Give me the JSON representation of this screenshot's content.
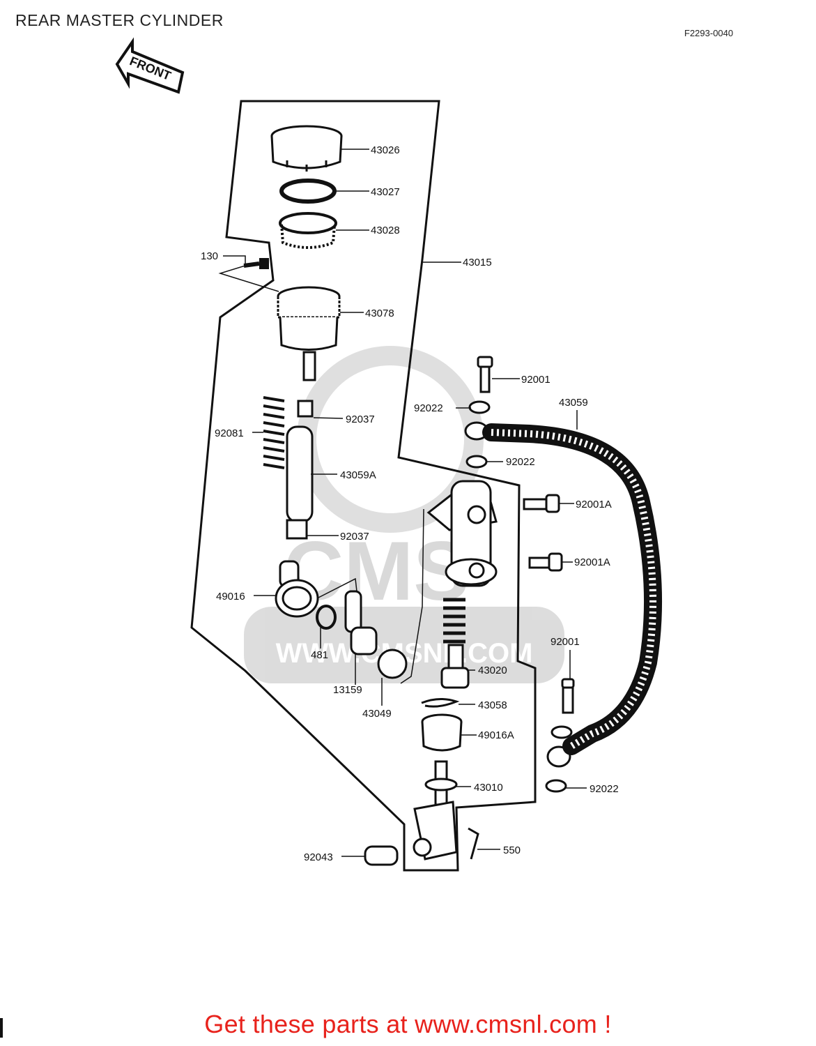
{
  "title": "REAR MASTER CYLINDER",
  "diagram_code": "F2293-0040",
  "front_label": "FRONT",
  "footer": "Get these parts at www.cmsnl.com !",
  "watermark": {
    "brand": "CMS",
    "url": "WWW.CMSNL.COM"
  },
  "parts": {
    "p43026": "43026",
    "p43027": "43027",
    "p43028": "43028",
    "p130": "130",
    "p43015": "43015",
    "p43078": "43078",
    "p92001_top": "92001",
    "p92022_a": "92022",
    "p43059": "43059",
    "p92037_a": "92037",
    "p92081": "92081",
    "p92022_b": "92022",
    "p43059A": "43059A",
    "p92001A_a": "92001A",
    "p92037_b": "92037",
    "p92001A_b": "92001A",
    "p49016": "49016",
    "p92001_b": "92001",
    "p481": "481",
    "p43020": "43020",
    "p13159": "13159",
    "p43049": "43049",
    "p43058": "43058",
    "p49016A": "49016A",
    "p43010": "43010",
    "p92022_c": "92022",
    "p550": "550",
    "p92043": "92043"
  }
}
